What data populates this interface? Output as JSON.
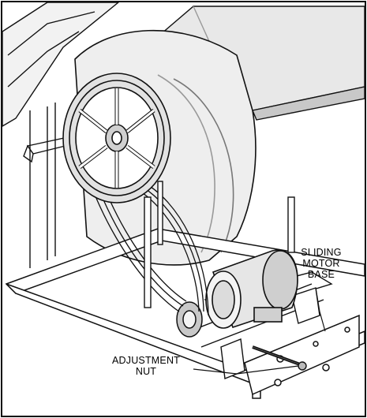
{
  "callouts": {
    "sliding_motor_base": {
      "line1": "SLIDING",
      "line2": "MOTOR",
      "line3": "BASE"
    },
    "adjustment_nut": {
      "line1": "ADJUSTMENT",
      "line2": "NUT"
    }
  },
  "colors": {
    "line": "#111111",
    "shade_light": "#dcdcdc",
    "shade_mid": "#b4b4b4",
    "shade_dark": "#6a6a6a",
    "paper": "#ffffff"
  }
}
